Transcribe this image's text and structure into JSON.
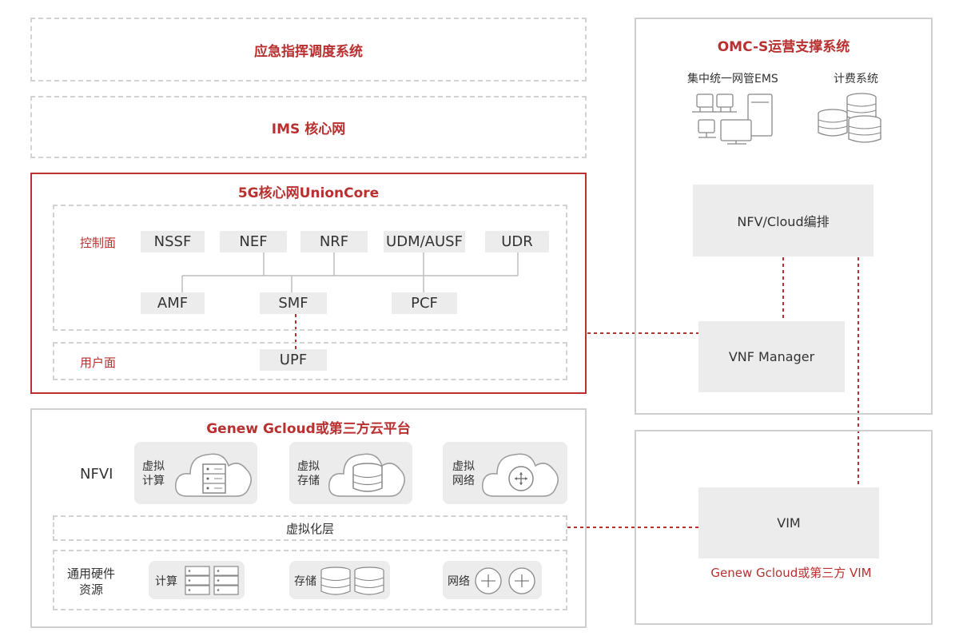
{
  "top": {
    "emergency": "应急指挥调度系统",
    "ims": "IMS 核心网"
  },
  "core5g": {
    "title": "5G核心网UnionCore",
    "control_label": "控制面",
    "user_label": "用户面",
    "cp_row1": [
      "NSSF",
      "NEF",
      "NRF",
      "UDM/AUSF",
      "UDR"
    ],
    "cp_row2": [
      "AMF",
      "SMF",
      "PCF"
    ],
    "upf": "UPF"
  },
  "gcloud": {
    "title": "Genew Gcloud或第三方云平台",
    "nfvi_label": "NFVI",
    "virtual_compute": "虚拟\n计算",
    "virtual_storage": "虚拟\n存储",
    "virtual_network": "虚拟\n网络",
    "virtualization_layer": "虚拟化层",
    "hardware_label": "通用硬件\n资源",
    "hw_compute": "计算",
    "hw_storage": "存储",
    "hw_network": "网络"
  },
  "omc": {
    "title": "OMC-S运营支撑系统",
    "ems_label": "集中统一网管EMS",
    "billing_label": "计费系统",
    "nfv_orchestration": "NFV/Cloud编排",
    "vnf_manager": "VNF Manager"
  },
  "vim": {
    "label": "VIM",
    "caption": "Genew Gcloud或第三方 VIM"
  },
  "colors": {
    "accent_red": "#b8302f",
    "box_grey": "#ececec",
    "border_grey": "#cfcfcf"
  }
}
